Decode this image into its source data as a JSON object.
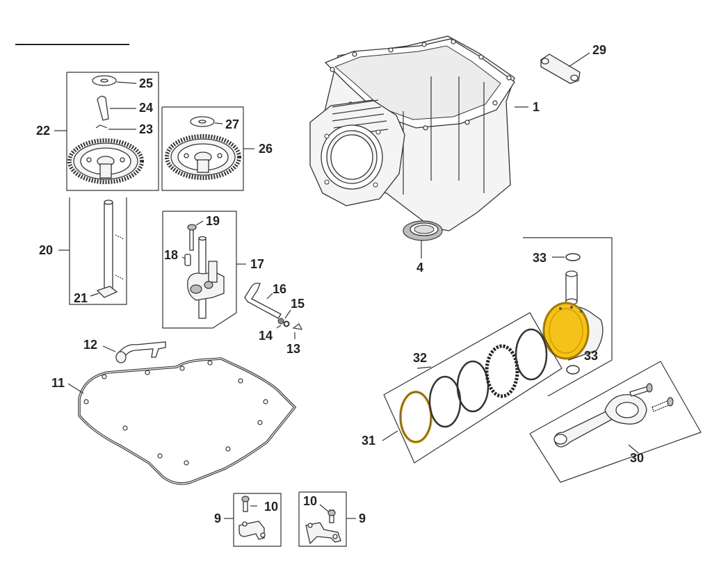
{
  "callouts": {
    "p1": "1",
    "p4": "4",
    "p9a": "9",
    "p9b": "9",
    "p10a": "10",
    "p10b": "10",
    "p11": "11",
    "p12": "12",
    "p13": "13",
    "p14": "14",
    "p15": "15",
    "p16": "16",
    "p17": "17",
    "p18": "18",
    "p19": "19",
    "p20": "20",
    "p21": "21",
    "p22": "22",
    "p23": "23",
    "p24": "24",
    "p25": "25",
    "p26": "26",
    "p27": "27",
    "p29": "29",
    "p30": "30",
    "p31": "31",
    "p32": "32",
    "p33a": "33",
    "p33b": "33"
  },
  "colors": {
    "highlight": "#f5c219",
    "highlight_stroke": "#a07a00",
    "ring_31": "#d6a62a",
    "line": "#333333"
  },
  "highlighted_part": "33-piston"
}
